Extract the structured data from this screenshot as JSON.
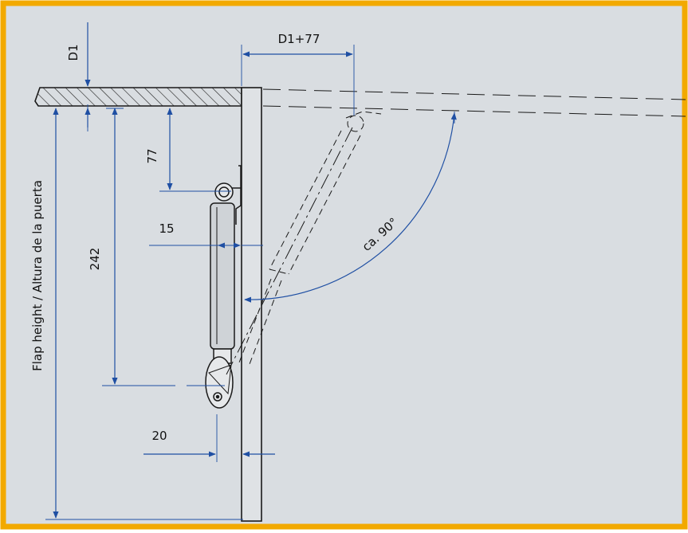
{
  "colors": {
    "frame": "#f2a900",
    "background": "#d9dde1",
    "drawing": "#1a1a1a",
    "dimension": "#1f4fa3"
  },
  "labels": {
    "d1": "D1",
    "d1_plus_77": "D1+77",
    "d77": "77",
    "d15": "15",
    "d242": "242",
    "d20": "20",
    "angle": "ca. 90°",
    "flap_height": "Flap height / Altura de la puerta"
  }
}
